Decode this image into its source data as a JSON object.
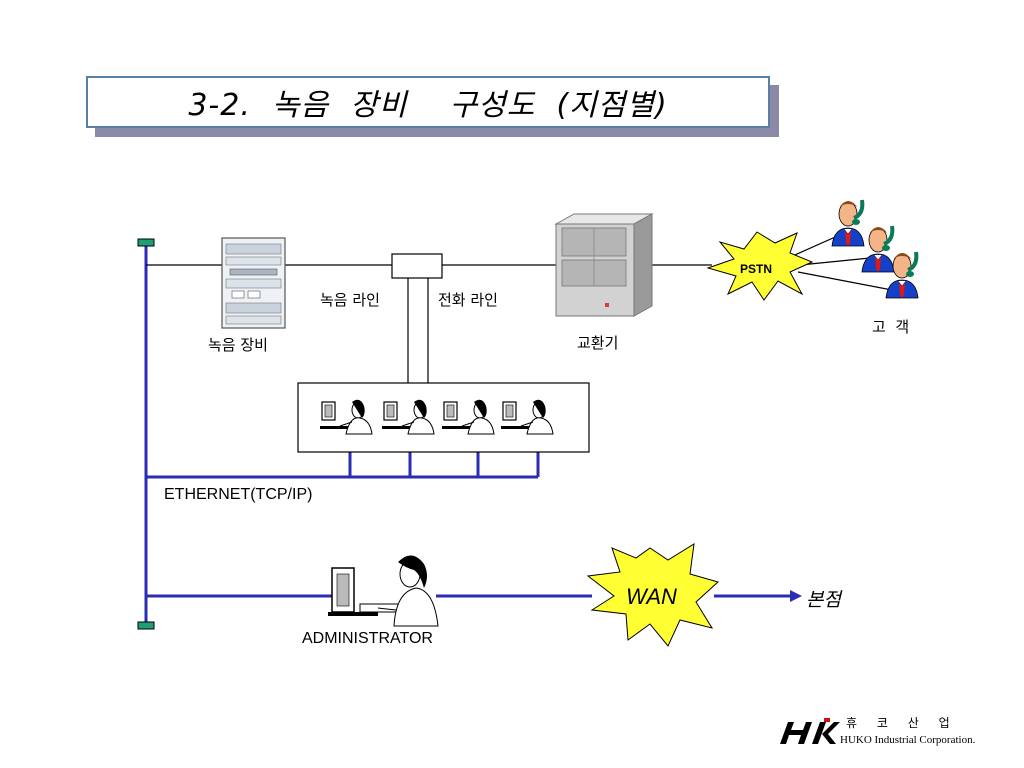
{
  "title": "3-2.  녹음  장비    구성도  (지점별)",
  "nodes": {
    "recorder": "녹음 장비",
    "rec_line": "녹음 라인",
    "phone_line": "전화 라인",
    "exchange": "교환기",
    "pstn": "PSTN",
    "customers": "고  객",
    "ethernet": "ETHERNET(TCP/IP)",
    "administrator": "ADMINISTRATOR",
    "wan": "WAN",
    "head_office": "본점"
  },
  "footer": {
    "company_ko": "휴 코 산 업",
    "company_en": "HUKO Industrial Corporation."
  },
  "colors": {
    "network_blue": "#2b2bb5",
    "burst_yellow": "#ffff33",
    "title_border": "#5a7fa6",
    "title_shadow": "#8a8aa8",
    "connector_green": "#1f9e76"
  },
  "icons": [
    "server-rack-icon",
    "exchange-cabinet-icon",
    "operator-icon",
    "customer-phone-icon",
    "admin-workstation-icon",
    "huko-logo-icon"
  ]
}
